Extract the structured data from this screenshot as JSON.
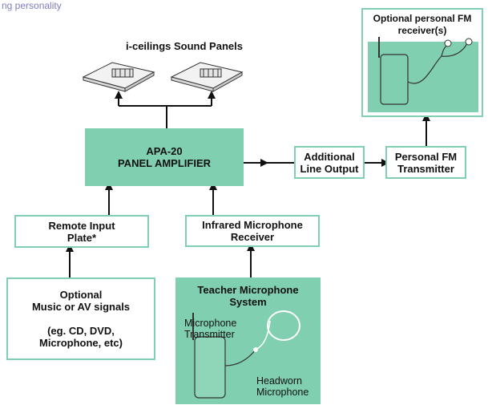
{
  "top_fragment": "ng personality",
  "sound_panels": {
    "title": "i-ceilings Sound Panels"
  },
  "amplifier": {
    "line1": "APA-20",
    "line2": "PANEL AMPLIFIER"
  },
  "additional_output": {
    "line1": "Additional",
    "line2": "Line Output"
  },
  "fm_transmitter": {
    "line1": "Personal FM",
    "line2": "Transmitter"
  },
  "fm_receiver": {
    "line1": "Optional personal FM",
    "line2": "receiver(s)"
  },
  "remote_input": {
    "line1": "Remote Input",
    "line2": "Plate*"
  },
  "ir_receiver": {
    "line1": "Infrared Microphone",
    "line2": "Receiver"
  },
  "optional_music": {
    "line1": "Optional",
    "line2": "Music or AV signals",
    "line3": "(eg. CD, DVD,",
    "line4": "Microphone, etc)"
  },
  "teacher_system": {
    "line1": "Teacher Microphone",
    "line2": "System",
    "transmitter_line1": "Microphone",
    "transmitter_line2": "Transmitter",
    "headworn_line1": "Headworn",
    "headworn_line2": "Microphone"
  },
  "colors": {
    "accent": "#7fcfb0",
    "line": "#111111"
  }
}
